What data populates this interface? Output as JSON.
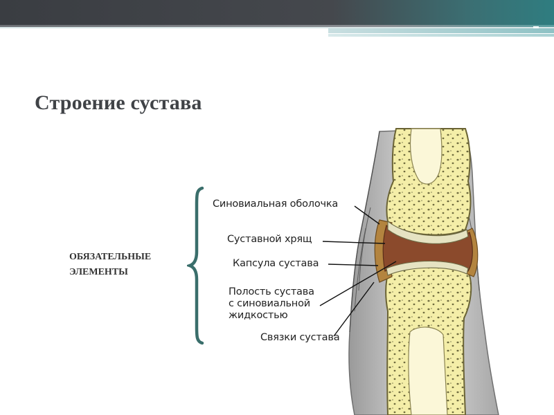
{
  "slide": {
    "title": "Строение сустава",
    "side_label_line1": "ОБЯЗАТЕЛЬНЫЕ",
    "side_label_line2": "ЭЛЕМЕНТЫ"
  },
  "diagram_labels": {
    "synovial_membrane": "Синовиальная оболочка",
    "cartilage": "Суставной хрящ",
    "capsule": "Капсула сустава",
    "cavity_line1": "Полость сустава",
    "cavity_line2": "с синовиальной",
    "cavity_line3": "жидкостью",
    "ligaments": "Связки сустава"
  },
  "colors": {
    "topbar": "#45484d",
    "accent": "#2f7d80",
    "bracket": "#3a6e6b",
    "bone": "#f3eca5",
    "cartilage": "#e8e6c8",
    "capsule": "#a2773a",
    "synovial_fluid": "#8b4a2c",
    "tissue": "#c9c9c9"
  }
}
